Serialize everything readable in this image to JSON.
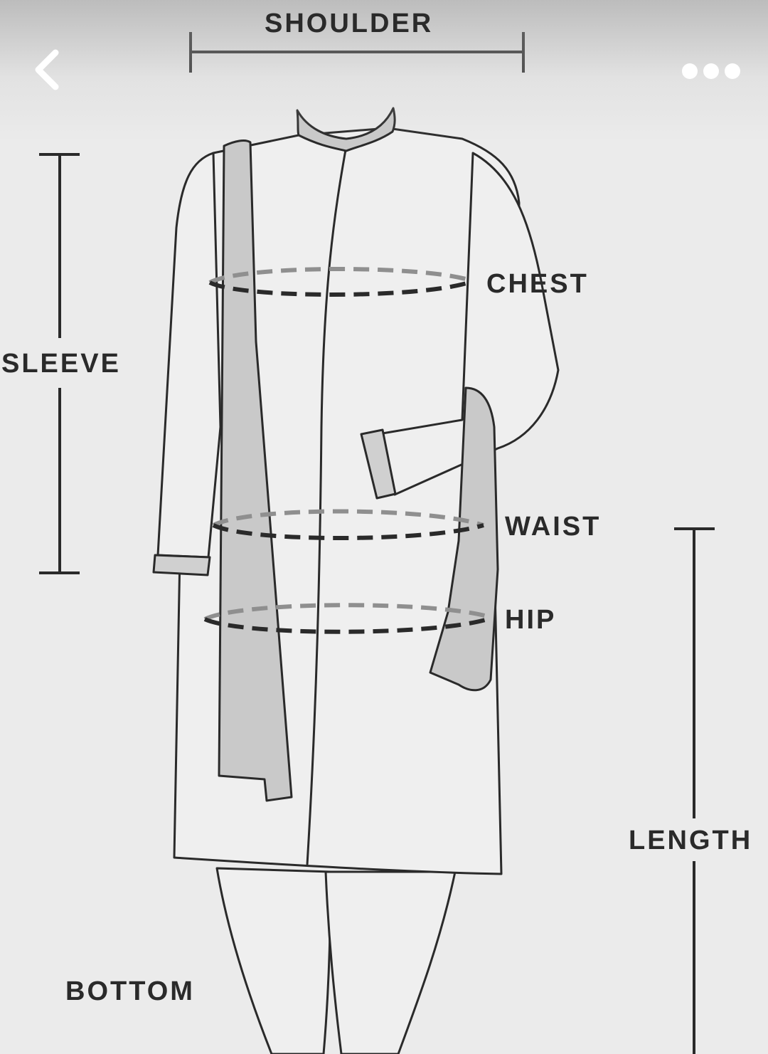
{
  "labels": {
    "shoulder": "SHOULDER",
    "sleeve": "SLEEVE",
    "chest": "CHEST",
    "waist": "WAIST",
    "hip": "HIP",
    "length": "LENGTH",
    "bottom": "BOTTOM"
  },
  "icons": {
    "back": "chevron-left-icon",
    "more": "more-horizontal-icon"
  },
  "colors": {
    "background": "#ebebeb",
    "line": "#2a2a2a",
    "garment_fill": "#efefef",
    "stole_fill": "#c9c9c9",
    "dash_back": "#8f8f8f",
    "icon": "#ffffff"
  }
}
